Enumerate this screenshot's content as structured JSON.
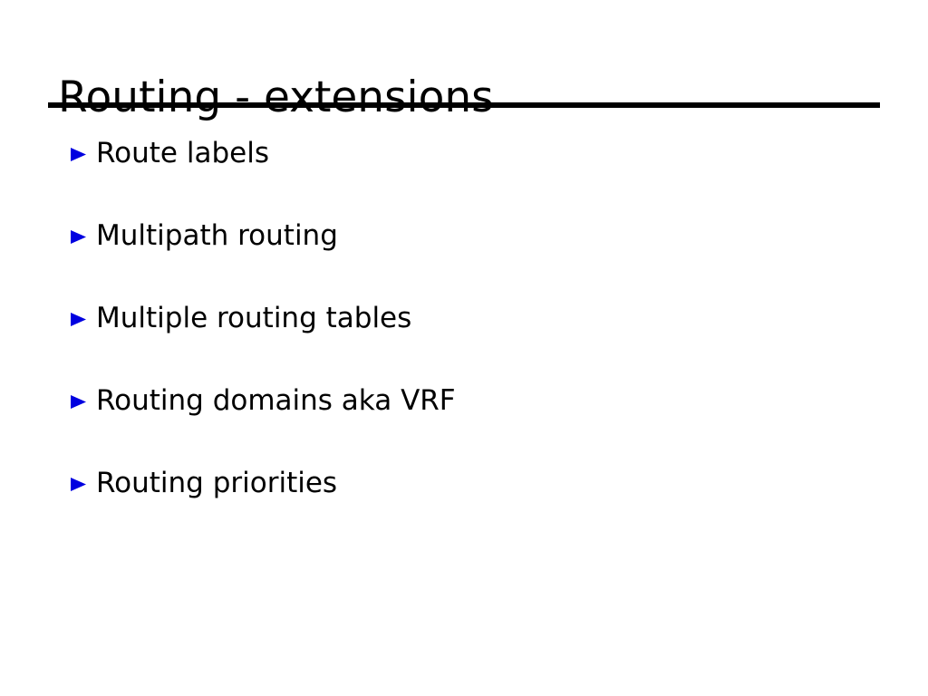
{
  "slide": {
    "title": "Routing - extensions",
    "accent_color": "#0000e0",
    "text_color": "#000000",
    "background_color": "#ffffff",
    "rule_color": "#000000",
    "bullet_icon": "blue-triangle-bullet-icon",
    "bullets": [
      {
        "label": "Route labels"
      },
      {
        "label": "Multipath routing"
      },
      {
        "label": "Multiple routing tables"
      },
      {
        "label": "Routing domains aka VRF"
      },
      {
        "label": "Routing priorities"
      }
    ]
  }
}
